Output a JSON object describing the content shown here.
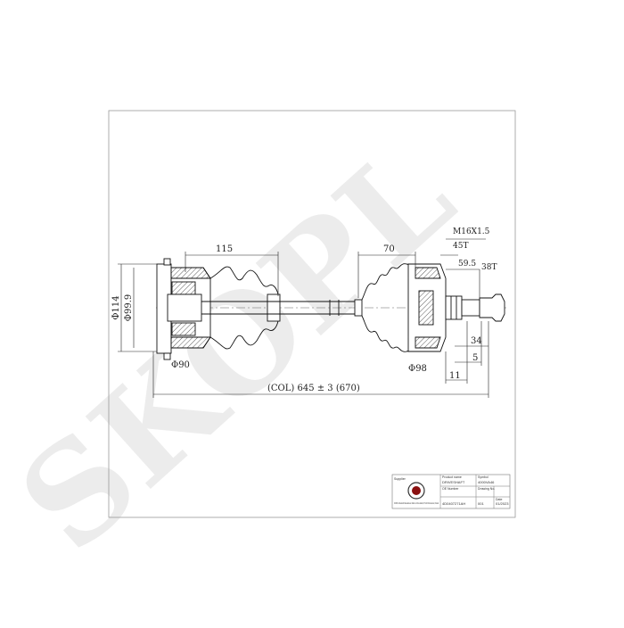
{
  "watermark": {
    "text": "SKOPL"
  },
  "dimensions": {
    "inner_length": "115",
    "outer_length": "70",
    "thread": "M16X1.5",
    "teeth_45": "45T",
    "len_59": "59.5",
    "teeth_38": "38T",
    "dia_114": "Φ114",
    "dia_99": "Φ99.9",
    "dia_90": "Φ90",
    "dia_98": "Φ98",
    "len_34": "34",
    "len_5": "5",
    "len_11": "11",
    "overall": "(COL) 645 ± 3  (670)"
  },
  "title_block": {
    "supplier_label": "Supplier",
    "product_name_label": "Product name",
    "product_name": "DRIVESHAFT",
    "symbol_label": "Symbol",
    "symbol": "4000VA46",
    "company_text": "SKOPL Driveshaft Manufacturer Fabric of drive shafts, 57-400 Szczecinek, Poland",
    "oe_number_label": "OE Number",
    "oe_number": "4D0407271AH",
    "drawing_no_label": "Drawing No.",
    "drawing_no": "001",
    "date_label": "Date",
    "date": "01/2023"
  }
}
